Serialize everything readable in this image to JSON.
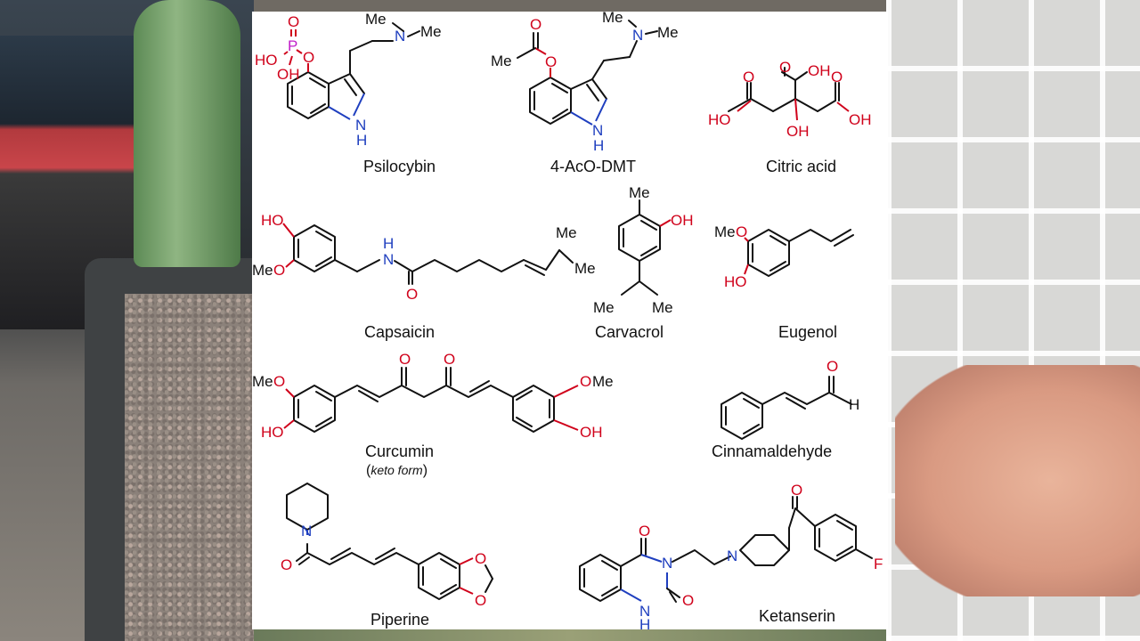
{
  "slide": {
    "molecules": [
      {
        "name": "Psilocybin"
      },
      {
        "name": "4-AcO-DMT"
      },
      {
        "name": "Citric acid"
      },
      {
        "name": "Capsaicin"
      },
      {
        "name": "Carvacrol"
      },
      {
        "name": "Eugenol"
      },
      {
        "name": "Curcumin",
        "note_open": "(",
        "note": "keto form",
        "note_close": ")"
      },
      {
        "name": "Cinnamaldehyde"
      },
      {
        "name": "Piperine"
      },
      {
        "name": "Ketanserin"
      }
    ],
    "atoms": {
      "me": "Me",
      "n": "N",
      "nh_h": "H",
      "o": "O",
      "oh": "OH",
      "ho": "HO",
      "p": "P",
      "h": "H",
      "f": "F",
      "meo": "Me"
    }
  },
  "colors": {
    "oxygen": "#d0021b",
    "nitrogen": "#1f3fbf",
    "phosphorus": "#c21ec9",
    "carbon": "#111111"
  }
}
